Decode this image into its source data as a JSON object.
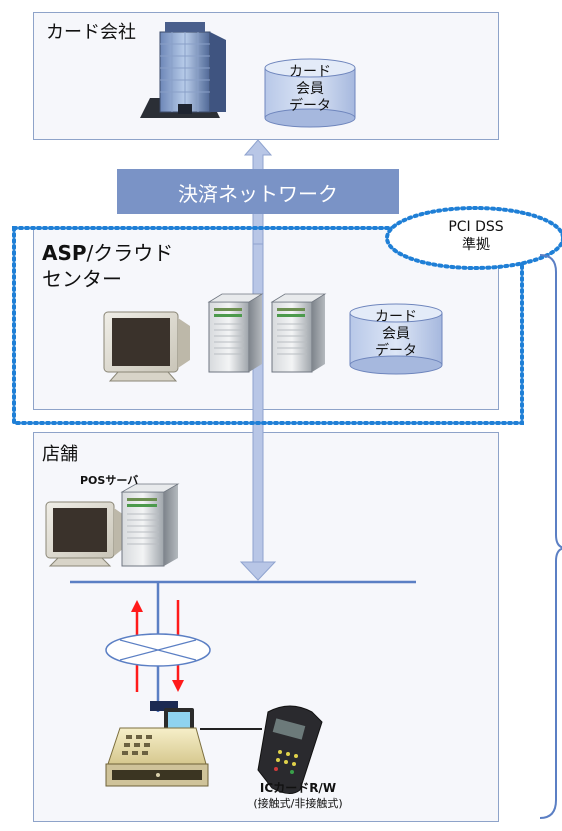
{
  "card_company": {
    "title": "カード会社",
    "db_lines": [
      "カード",
      "会員",
      "データ"
    ]
  },
  "network_label": "決済ネットワーク",
  "pci": {
    "line1": "PCI DSS",
    "line2": "準拠"
  },
  "asp": {
    "title_line1_bold": "ASP",
    "title_line1_rest": "/クラウド",
    "title_line2": "センター",
    "db_lines": [
      "カード",
      "会員",
      "データ"
    ]
  },
  "store": {
    "title": "店舗",
    "pos_server_label": "POSサーバ",
    "ic_reader_label": "ICカードR/W",
    "ic_reader_sub": "(接触式/非接触式)"
  },
  "colors": {
    "panel_border": "#8ea3c9",
    "network_banner": "#7a93c6",
    "pipe": "#b8c6e6",
    "dotted_boundary": "#1f7fd6",
    "signal_arrows": "#ff1a1a",
    "brace": "#5b7fc4"
  }
}
